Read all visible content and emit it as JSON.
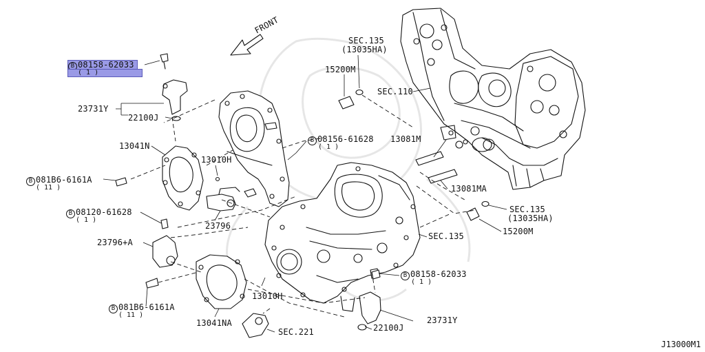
{
  "diagram": {
    "id": "J13000M1",
    "front_label": "FRONT",
    "bolt_symbol": "B"
  },
  "labels": {
    "bolt_08158_top": "08158-62033",
    "bolt_08158_top_qty": "( 1 )",
    "part_23731Y_top": "23731Y",
    "part_22100J_top": "22100J",
    "part_13041N": "13041N",
    "bolt_081B6_top": "081B6-6161A",
    "bolt_081B6_top_qty": "( 11 )",
    "part_13010H_top": "13010H",
    "part_23796": "23796",
    "bolt_08120": "08120-61628",
    "bolt_08120_qty": "( 1 )",
    "part_23796A": "23796+A",
    "bolt_081B6_bottom": "081B6-6161A",
    "bolt_081B6_bottom_qty": "( 11 )",
    "part_13041NA": "13041NA",
    "part_13010H_bottom": "13010H",
    "sec_221": "SEC.221",
    "bolt_08158_bottom": "08158-62033",
    "bolt_08158_bottom_qty": "( 1 )",
    "part_22100J_bottom": "22100J",
    "part_23731Y_bottom": "23731Y",
    "sec_135_mid": "SEC.135",
    "part_15200M_right": "15200M",
    "sec_135_right": "SEC.135",
    "sec_135_right_sub": "(13035HA)",
    "part_13081MA": "13081MA",
    "part_13081M": "13081M",
    "bolt_08156": "08156-61628",
    "bolt_08156_qty": "( 1 )",
    "sec_110": "SEC.110",
    "part_15200M_top": "15200M",
    "sec_135_top": "SEC.135",
    "sec_135_top_sub": "(13035HA)"
  },
  "colors": {
    "line": "#111111",
    "highlight": "#9a9ae6",
    "watermark": "#e4e4e4"
  }
}
